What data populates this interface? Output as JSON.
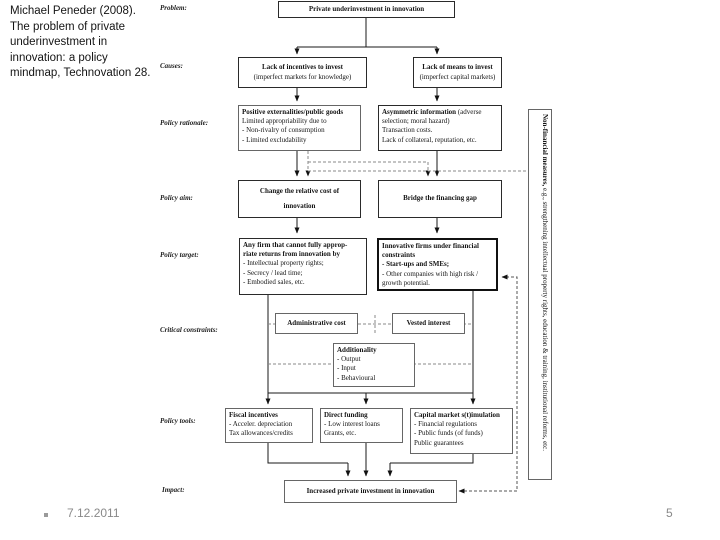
{
  "citation": {
    "lines": [
      "Michael Peneder (2008).",
      "The problem of private",
      "underinvestment in",
      "innovation: a policy",
      "mindmap, Technovation 28."
    ]
  },
  "footer": {
    "date": "7.12.2011",
    "page_number": "5"
  },
  "colors": {
    "solid_line": "#1a1a1a",
    "dashed_line": "#8a8a8a",
    "footer_text": "#898989"
  },
  "diagram": {
    "labels": [
      "Problem:",
      "Causes:",
      "Policy rationale:",
      "Policy aim:",
      "Policy target:",
      "Critical constraints:",
      "Policy tools:",
      "Impact:"
    ],
    "boxes": {
      "problem": {
        "title": "Private underinvestment in innovation"
      },
      "cause_left": {
        "title": "Lack of incentives to invest",
        "subtitle": "(imperfect markets for knowledge)"
      },
      "cause_right": {
        "title": "Lack of means to invest",
        "subtitle": "(imperfect capital markets)"
      },
      "rationale_left": {
        "title": "Positive externalities/public goods",
        "line1": "Limited appropriability due to",
        "line2": "- Non-rivalry of consumption",
        "line3": "- Limited excludability"
      },
      "rationale_right": {
        "title_bold": "Asymmetric information",
        "title_rest": " (adverse",
        "line1": "selection; moral hazard)",
        "line2": "Transaction costs.",
        "line3": "Lack of collateral, reputation, etc."
      },
      "aim_left": {
        "line1": "Change the relative cost of",
        "line2": "innovation"
      },
      "aim_right": {
        "title": "Bridge the financing gap"
      },
      "target_left": {
        "title1": "Any firm that cannot fully approp-",
        "title2": "riate returns from innovation by",
        "line1": "- Intellectual property rights;",
        "line2": "- Secrecy / lead time;",
        "line3": "- Embodied sales, etc."
      },
      "target_right": {
        "title1": "Innovative firms under financial",
        "title2": "constraints",
        "bold1": "- Start-ups and SMEs;",
        "line1": "- Other companies with high risk /",
        "line2": "growth potential."
      },
      "admin_cost": {
        "title": "Administrative cost"
      },
      "vested_interest": {
        "title": "Vested interest"
      },
      "additionality": {
        "title": "Additionality",
        "line1": "- Output",
        "line2": "- Input",
        "line3": "- Behavioural"
      },
      "tools_fiscal": {
        "title": "Fiscal incentives",
        "line1": "- Acceler. depreciation",
        "line2": "Tax allowances/credits"
      },
      "tools_funding": {
        "title": "Direct funding",
        "line1": "- Low interest loans",
        "line2": "Grants, etc."
      },
      "tools_capital": {
        "title": "Capital market s(t)imulation",
        "line1": "- Financial regulations",
        "line2": "- Public funds (of funds)",
        "line3": "Public guarantees"
      },
      "impact": {
        "title": "Increased private investment in innovation"
      },
      "non_financial": {
        "bold": "Non-financial measures,",
        "rest": " e.g., strengthening intellectual property rights, education & training, institutional reforms, etc."
      }
    }
  }
}
